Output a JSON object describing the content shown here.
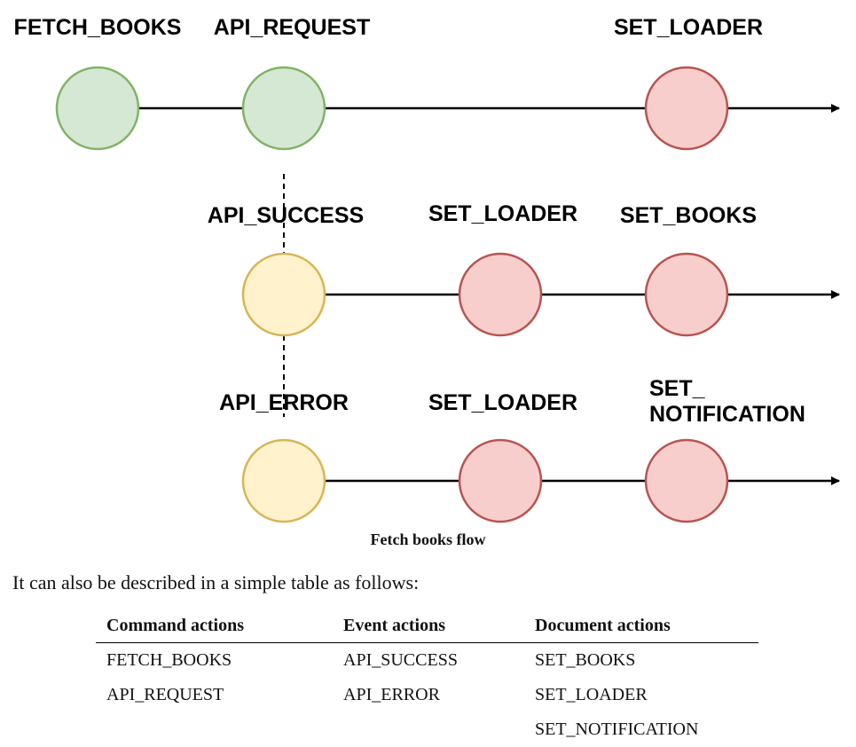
{
  "diagram": {
    "colors": {
      "green_fill": "#d5e8d4",
      "green_stroke": "#82b366",
      "red_fill": "#f8cecc",
      "red_stroke": "#b85450",
      "yellow_fill": "#fff2cc",
      "yellow_stroke": "#d6b656"
    },
    "row1": {
      "nodes": [
        {
          "label": "FETCH_BOOKS",
          "color": "green"
        },
        {
          "label": "API_REQUEST",
          "color": "green"
        },
        {
          "label": "SET_LOADER",
          "color": "red"
        }
      ]
    },
    "row2": {
      "nodes": [
        {
          "label": "API_SUCCESS",
          "color": "yellow"
        },
        {
          "label": "SET_LOADER",
          "color": "red"
        },
        {
          "label": "SET_BOOKS",
          "color": "red"
        }
      ]
    },
    "row3": {
      "nodes": [
        {
          "label": "API_ERROR",
          "color": "yellow"
        },
        {
          "label": "SET_LOADER",
          "color": "red"
        },
        {
          "label_line1": "SET_",
          "label_line2": "NOTIFICATION",
          "color": "red"
        }
      ]
    }
  },
  "caption": "Fetch books flow",
  "intro_text": "It can also be described in a simple table as follows:",
  "table": {
    "headers": [
      "Command actions",
      "Event actions",
      "Document actions"
    ],
    "rows": [
      [
        "FETCH_BOOKS",
        "API_SUCCESS",
        "SET_BOOKS"
      ],
      [
        "API_REQUEST",
        "API_ERROR",
        "SET_LOADER"
      ],
      [
        "",
        "",
        "SET_NOTIFICATION"
      ]
    ]
  }
}
